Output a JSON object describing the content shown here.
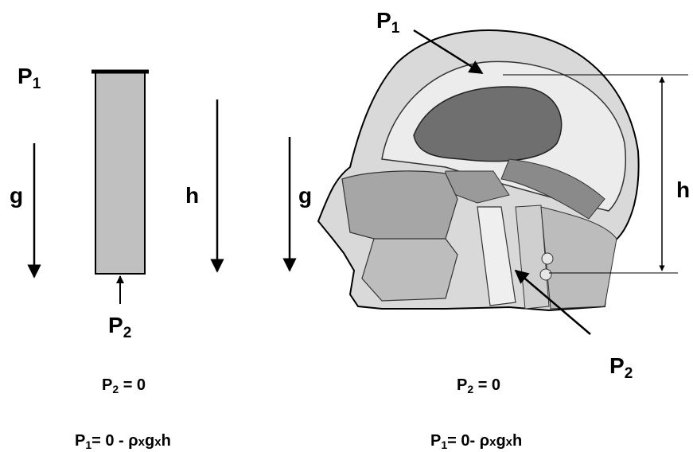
{
  "left": {
    "p1_letter": "P",
    "p1_sub": "1",
    "p2_letter": "P",
    "p2_sub": "2",
    "g_label": "g",
    "h_label": "h",
    "eq1_a": "P",
    "eq1_sub": "2",
    "eq1_b": " = 0",
    "eq2_a": "P",
    "eq2_sub": "1",
    "eq2_b": "= 0 - ",
    "rho": "ρ",
    "x1": "x",
    "g": "g",
    "x2": "x",
    "h": "h"
  },
  "right": {
    "p1_letter": "P",
    "p1_sub": "1",
    "p2_letter": "P",
    "p2_sub": "2",
    "g_label": "g",
    "h_label": "h",
    "eq1_a": "P",
    "eq1_sub": "2",
    "eq1_b": " = 0",
    "eq2_a": "P",
    "eq2_sub": "1",
    "eq2_b": "= 0- ",
    "rho": "ρ",
    "x1": "x",
    "g": "g",
    "x2": "x",
    "h": "h"
  },
  "colors": {
    "column_fill": "#c0c0c0",
    "ink": "#000000",
    "skin": "#d9d9d9"
  }
}
